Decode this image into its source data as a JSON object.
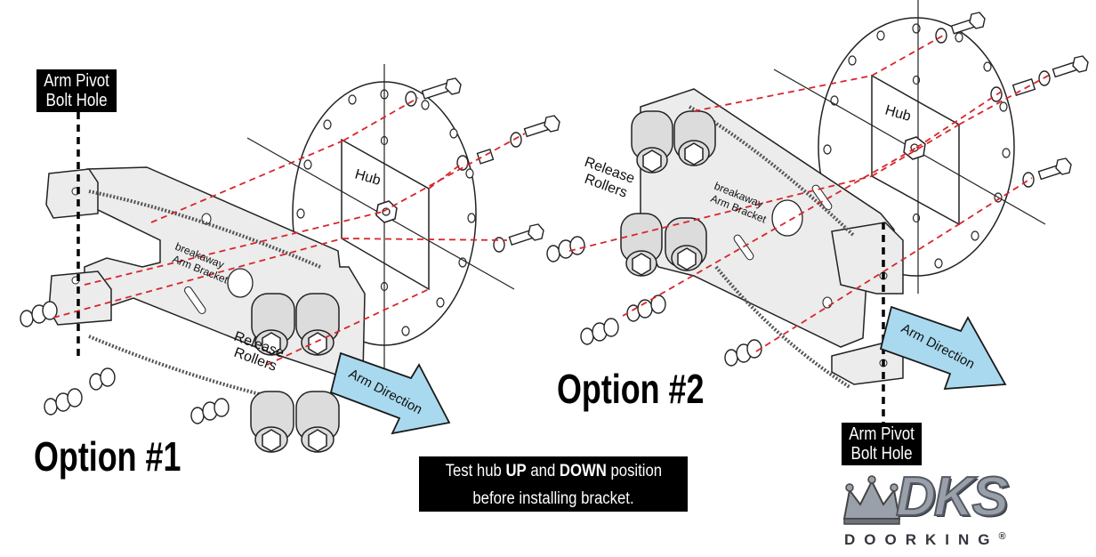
{
  "labels": {
    "arm_pivot_1": [
      "Arm Pivot",
      "Bolt Hole"
    ],
    "arm_pivot_2": [
      "Arm Pivot",
      "Bolt Hole"
    ],
    "option_1": "Option #1",
    "option_2": "Option #2",
    "hub": "Hub",
    "bracket": [
      "breakaway",
      "Arm Bracket"
    ],
    "rollers": [
      "Release",
      "Rollers"
    ],
    "arm_direction": "Arm Direction"
  },
  "note": {
    "line1_pre": "Test hub ",
    "up": "UP",
    "line1_mid": " and ",
    "down": "DOWN",
    "line1_post": " position",
    "line2": "before installing bracket."
  },
  "logo": {
    "main": "DKS",
    "sub": "DOORKING",
    "reg": "®"
  },
  "colors": {
    "dashed_red": "#d7262b",
    "arrow_fill": "#a9d9ee",
    "arrow_stroke": "#1a1a1a",
    "plate_fill": "#ececec",
    "label_bg": "#000000"
  }
}
